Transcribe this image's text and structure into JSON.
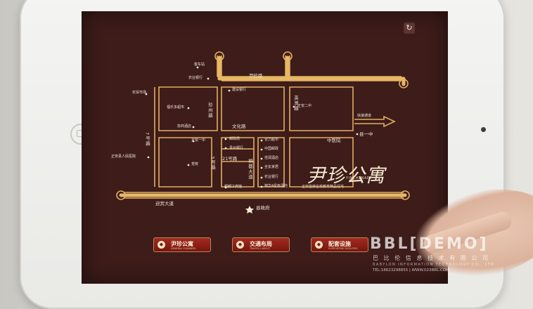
{
  "map": {
    "road_yinzhen": "尹珍路",
    "road_zhenzhou": "珍州路",
    "road_wenhua": "文化路",
    "road_7": "7号路",
    "road_3": "3号路",
    "road_21": "21号路",
    "road_yingbin": "迎宾大道",
    "road_tongdu": "桐都大道",
    "road_yingxian": "英贤路",
    "road_fast": "快速通道",
    "county_gov": "县政府",
    "middle_school": "中医院",
    "county_one": "县一中",
    "keche": "客车站",
    "nongye_bank": "农业银行",
    "nongmao": "农贸市场",
    "fuleduo": "福乐多超市",
    "xiezuo": "协商酒店",
    "jianshe_bank": "建设银行",
    "zhengan_er": "正安二中",
    "zhengan_yi": "正安一中",
    "dangxiao": "党校",
    "renmin_hospital": "正安县人民医院",
    "youzheng": "邮政局",
    "guizhou_bank": "贵州银行",
    "tongdu_hotel": "桐都江宾馆",
    "hezuo": "合力超市",
    "zhongguo_youzheng": "中国邮政",
    "xinxin": "佳润酒店",
    "quanyou": "全友家居",
    "nonghe": "农业银行",
    "liangzhu": "锦华4星级酒店"
  },
  "brand": {
    "title": "尹珍公寓",
    "english": "YINZHENAPT",
    "slogan": "正安首席名校教育精品住宅"
  },
  "nav": {
    "btn1_label": "尹珍公寓",
    "btn1_sub": "GENERAL PLANNING",
    "btn2_label": "交通布局",
    "btn2_sub": "TRAFFIC LAYOUT",
    "btn3_label": "配套设施",
    "btn3_sub": "SUPPORTING FACILITIES"
  },
  "watermark": {
    "logo": "BBL[DEMO]",
    "cn": "巴比伦信息技术有限公司",
    "en": "BABYLON INFORMATION TECHNOLOGY CO., LTD",
    "tel": "TEL:18623298855 | WWW.023BBL.COM"
  },
  "colors": {
    "screen_bg": "#3d1c1a",
    "road": "#f0c26a",
    "button_red": "#8f2018"
  }
}
